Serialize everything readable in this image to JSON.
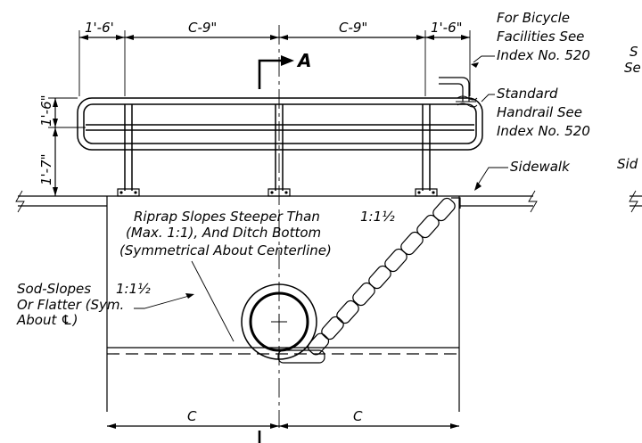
{
  "dimensions": {
    "left_offset": "1'-6'",
    "left_half": "C-9\"",
    "right_half": "C-9\"",
    "right_offset": "1'-6\"",
    "rail_upper": "1'-6\"",
    "rail_lower": "1'-7\"",
    "bottom_left": "C",
    "bottom_right": "C"
  },
  "section_marker": "A",
  "notes": {
    "bicycle": [
      "For Bicycle",
      "Facilities See",
      "Index No. 520"
    ],
    "handrail": [
      "Standard",
      "Handrail See",
      "Index No. 520"
    ],
    "sidewalk": "Sidewalk",
    "riprap": [
      "Riprap Slopes Steeper Than",
      "(Max. 1:1), And Ditch Bottom",
      "(Symmetrical About Centerline)"
    ],
    "riprap_fraction": "1:1½",
    "sod": [
      "Sod-Slopes",
      "Or Flatter (Sym.",
      "About ℄)"
    ],
    "sod_fraction": "1:1½"
  },
  "cutoff_right": {
    "frag_top_1": "S",
    "frag_top_2": "Se",
    "frag_mid": "Sid"
  }
}
